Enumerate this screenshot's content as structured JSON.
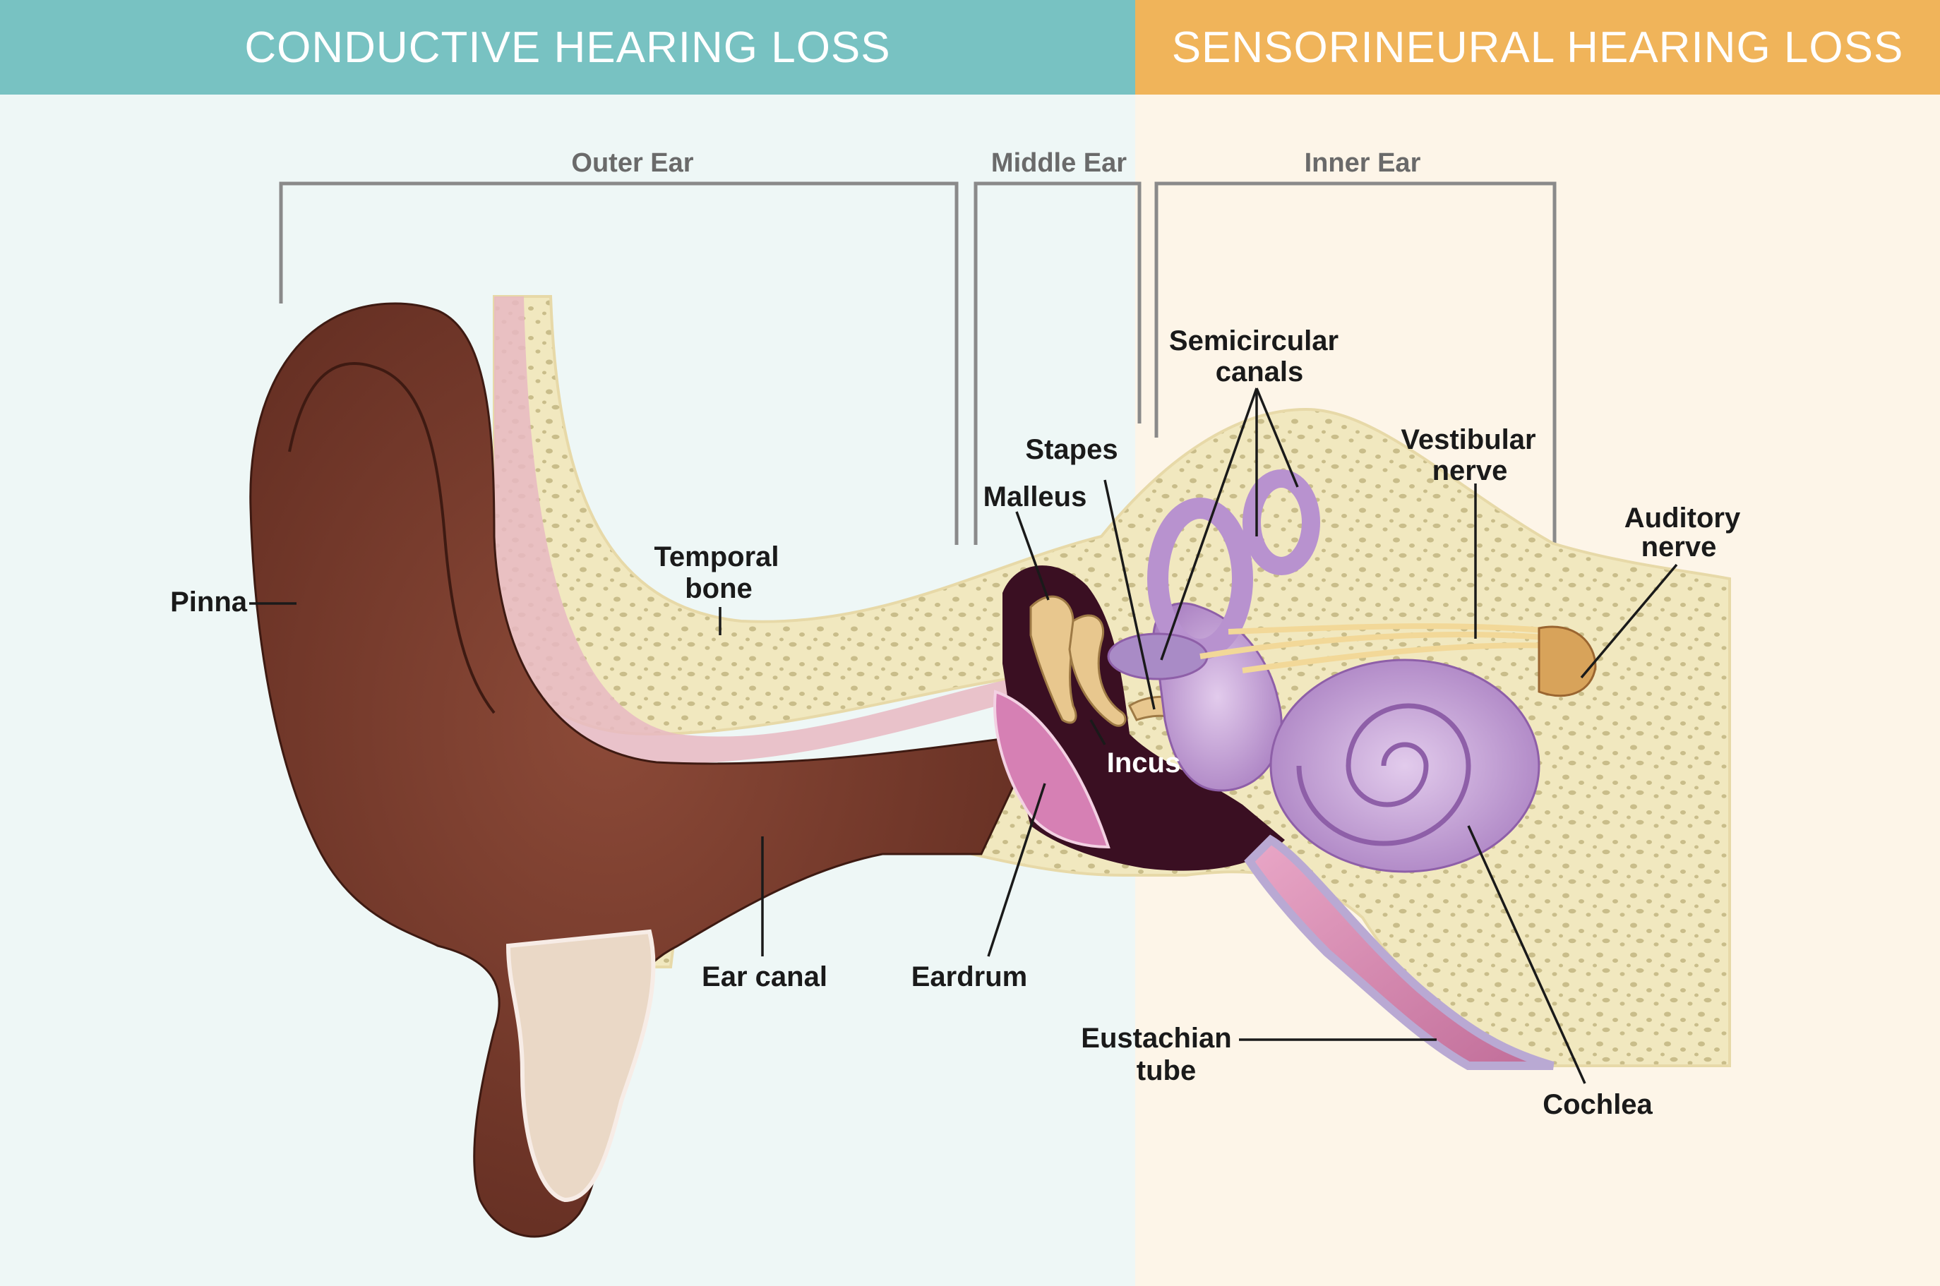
{
  "banners": {
    "left": "CONDUCTIVE HEARING LOSS",
    "right": "SENSORINEURAL HEARING LOSS"
  },
  "sections": {
    "outer": "Outer Ear",
    "middle": "Middle Ear",
    "inner": "Inner Ear"
  },
  "labels": {
    "pinna": "Pinna",
    "temporal_bone_1": "Temporal",
    "temporal_bone_2": "bone",
    "semicircular_1": "Semicircular",
    "semicircular_2": "canals",
    "stapes": "Stapes",
    "malleus": "Malleus",
    "vestibular_1": "Vestibular",
    "vestibular_2": "nerve",
    "auditory_1": "Auditory",
    "auditory_2": "nerve",
    "incus": "Incus",
    "ear_canal": "Ear canal",
    "eardrum": "Eardrum",
    "eustachian_1": "Eustachian",
    "eustachian_2": "tube",
    "cochlea": "Cochlea"
  },
  "colors": {
    "conductive": "#78c2c2",
    "sensorineural": "#f0b45a",
    "skin": "#7a3a2c",
    "bone": "#f1e8bf",
    "cochlea": "#c6a3d6",
    "nerve": "#eed27a",
    "cavity": "#3a0f22"
  }
}
